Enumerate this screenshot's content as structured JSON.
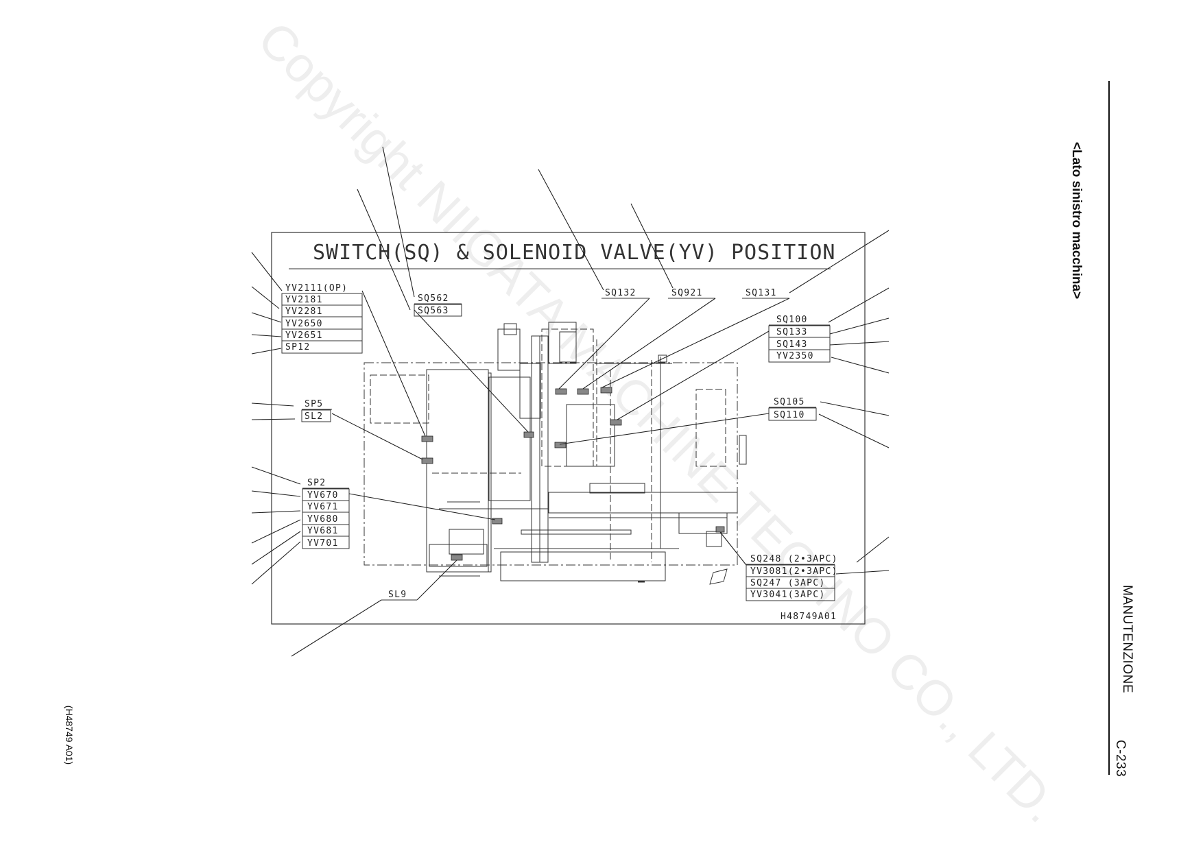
{
  "diagram": {
    "title": "SWITCH(SQ) & SOLENOID VALVE(YV) POSITION",
    "drawing_code": "H48749A01",
    "watermark": "Copyright NIIGATA MACHINE TECHNO CO., LTD.",
    "labels": {
      "yv2111": "YV2111(OP)",
      "yv2181": "YV2181",
      "yv2281": "YV2281",
      "yv2650": "YV2650",
      "yv2651": "YV2651",
      "sp12": "SP12",
      "sq562": "SQ562",
      "sq563": "SQ563",
      "sq132": "SQ132",
      "sq921": "SQ921",
      "sq131": "SQ131",
      "sq100": "SQ100",
      "sq133": "SQ133",
      "sq143": "SQ143",
      "yv2350": "YV2350",
      "sp5": "SP5",
      "sl2": "SL2",
      "sq105": "SQ105",
      "sq110": "SQ110",
      "sp2": "SP2",
      "yv670": "YV670",
      "yv671": "YV671",
      "yv680": "YV680",
      "yv681": "YV681",
      "yv701": "YV701",
      "sq248": "SQ248 (2•3APC)",
      "yv3081": "YV3081(2•3APC)",
      "sq247": "SQ247 (3APC)",
      "yv3041": "YV3041(3APC)",
      "sl9": "SL9"
    }
  },
  "page": {
    "side_title": "<Lato sinistro macchina>",
    "section": "MANUTENZIONE",
    "page_number": "C-233",
    "figure_code": "(H48749 A01)"
  }
}
